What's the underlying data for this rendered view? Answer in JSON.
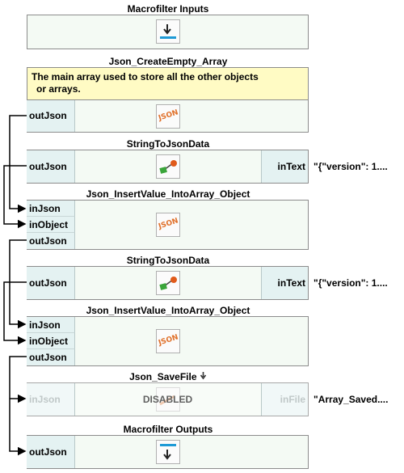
{
  "blocks": {
    "inputs": {
      "title": "Macrofilter Inputs"
    },
    "create_array": {
      "title": "Json_CreateEmpty_Array",
      "comment_line1": "The main array used to store all the other objects",
      "comment_line2": "or arrays.",
      "out_port": "outJson",
      "icon_text": "JSON"
    },
    "string_to_json_1": {
      "title": "StringToJsonData",
      "out_port": "outJson",
      "in_port": "inText",
      "in_value": "\"{\"version\": 1...."
    },
    "insert_1": {
      "title": "Json_InsertValue_IntoArray_Object",
      "in_json": "inJson",
      "in_object": "inObject",
      "out_port": "outJson",
      "icon_text": "JSON"
    },
    "string_to_json_2": {
      "title": "StringToJsonData",
      "out_port": "outJson",
      "in_port": "inText",
      "in_value": "\"{\"version\": 1...."
    },
    "insert_2": {
      "title": "Json_InsertValue_IntoArray_Object",
      "in_json": "inJson",
      "in_object": "inObject",
      "out_port": "outJson",
      "icon_text": "JSON"
    },
    "save_file": {
      "title": "Json_SaveFile",
      "title_icon": "arrow-down-icon",
      "in_json": "inJson",
      "status": "DISABLED",
      "in_file": "inFile",
      "in_file_value": "\"Array_Saved...."
    },
    "outputs": {
      "title": "Macrofilter Outputs",
      "in_port": "outJson"
    }
  },
  "colors": {
    "block_bg": "#f4faf4",
    "port_bg": "#e4f2f2",
    "comment_bg": "#fffbc4",
    "json_icon": "#e0702a",
    "accent_blue": "#1e9ad6"
  }
}
